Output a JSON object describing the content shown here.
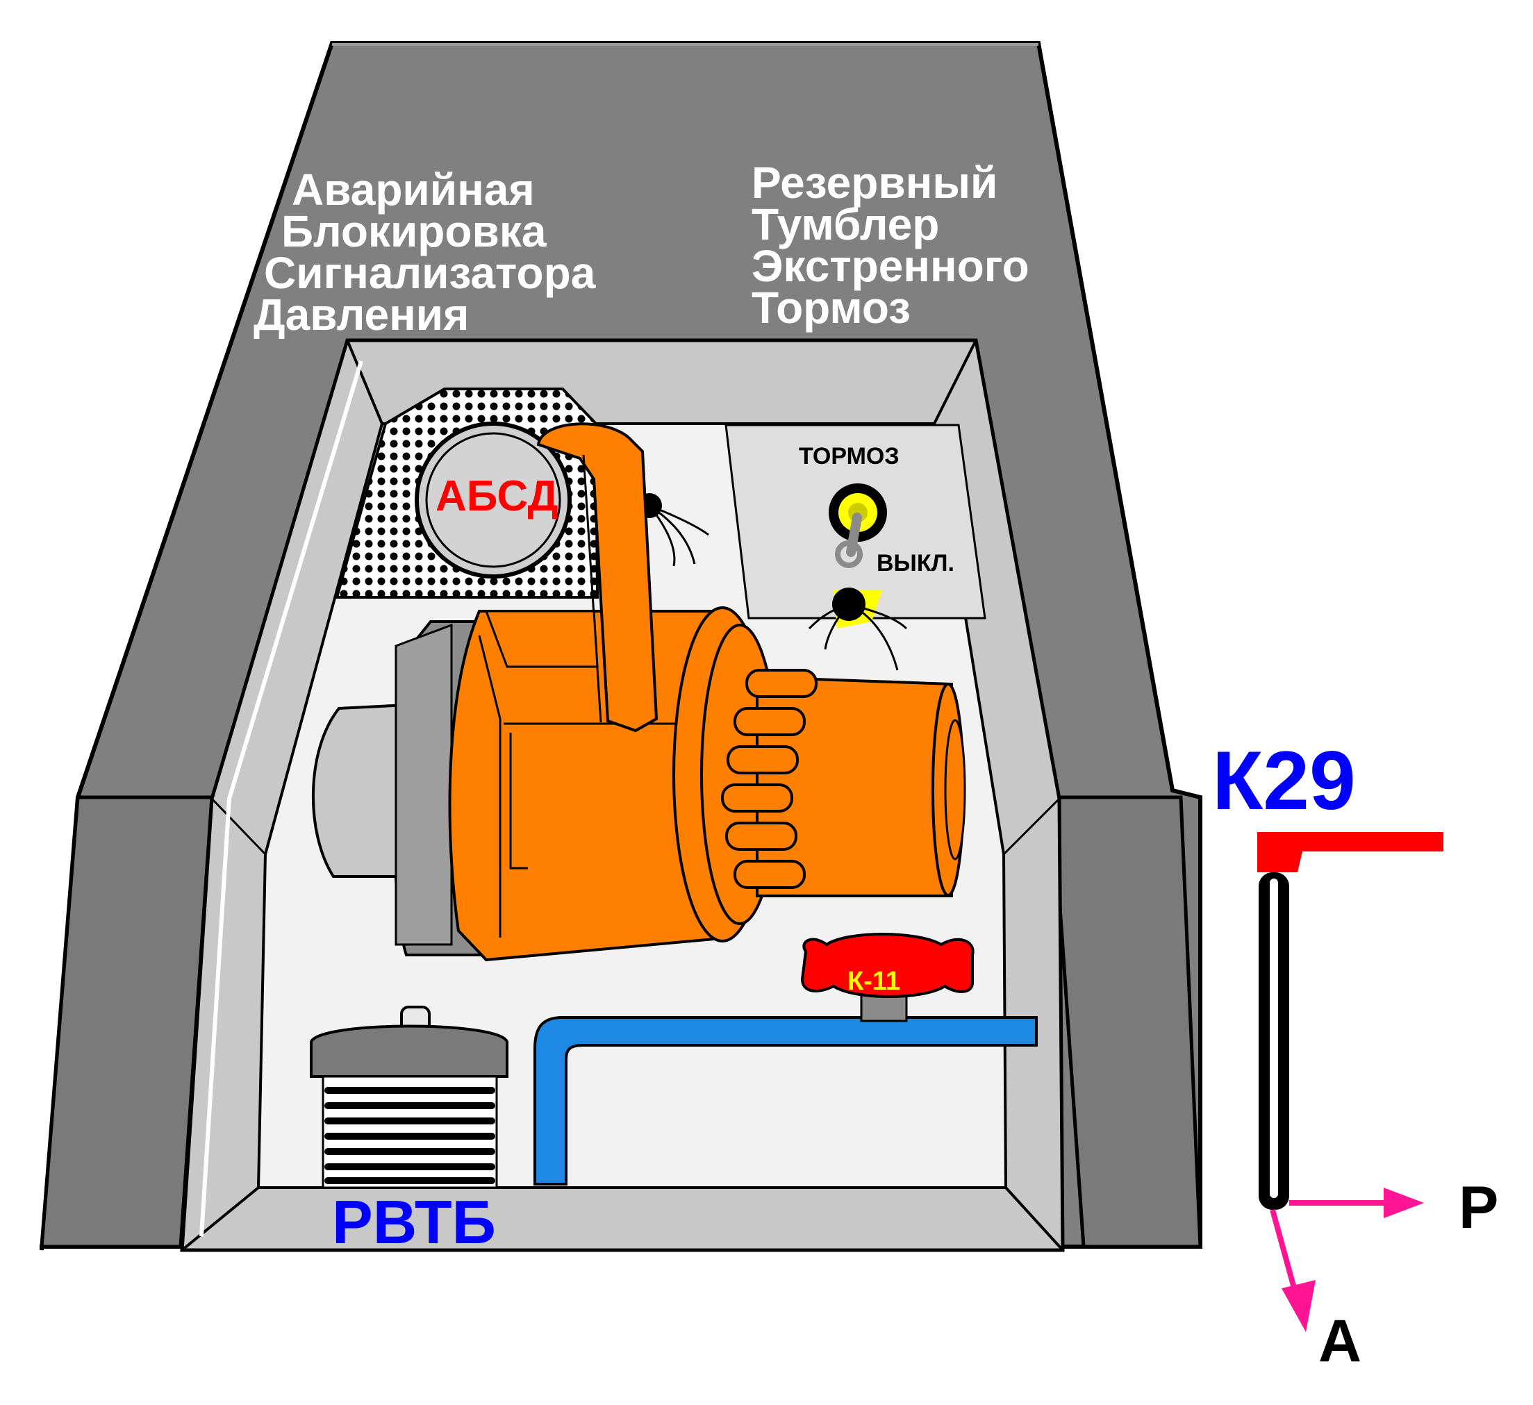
{
  "labels": {
    "alarm_block": [
      "Аварийная",
      "Блокировка",
      "Сигнализатора",
      "Давления"
    ],
    "reserve_toggle": [
      "Резервный",
      "Тумблер",
      "Экстренного",
      "Тормоз"
    ],
    "absd": "АБСД",
    "panel_top": "ТОРМОЗ",
    "panel_off": "ВЫКЛ.",
    "valve": "К-11",
    "rvtb": "РВТБ",
    "k29": "К29",
    "dir_p": "Р",
    "dir_a": "А"
  },
  "colors": {
    "housing": "#808080",
    "bevel": "#c8c8c8",
    "interior": "#f2f2f2",
    "crane": "#ff8000",
    "pipe": "#1e88e5",
    "valve": "#ff0000",
    "arrow": "#ff1493",
    "k29_text": "#0000ff"
  }
}
